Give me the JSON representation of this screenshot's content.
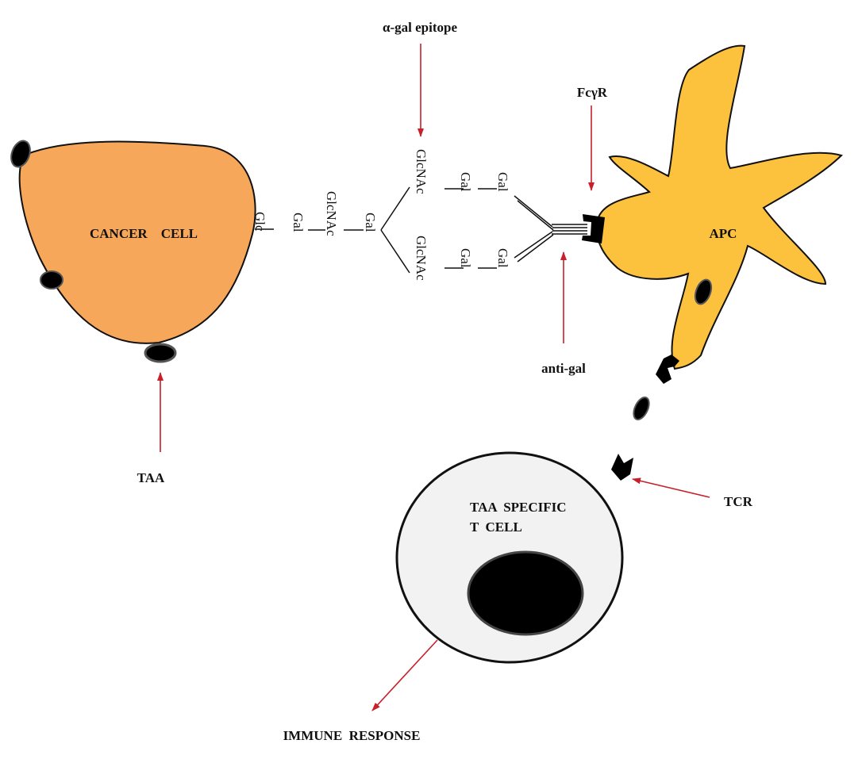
{
  "labels": {
    "cancer_cell": "CANCER    CELL",
    "apc": "APC",
    "t_cell_line1": "TAA  SPECIFIC",
    "t_cell_line2": "T  CELL",
    "taa": "TAA",
    "alpha_gal_epitope": "α-gal epitope",
    "fcgr": "FcγR",
    "anti_gal": "anti-gal",
    "tcr": "TCR",
    "immune_response": "IMMUNE  RESPONSE"
  },
  "sugars": {
    "glc": "Glc",
    "gal": "Gal",
    "glcnac": "GlcNAc"
  },
  "colors": {
    "cancer_cell_fill": "#f7a75a",
    "apc_fill": "#fcc23e",
    "t_cell_fill": "#f2f2f2",
    "nucleus_fill": "#000000",
    "pointer": "#c8202a",
    "immune_response_text": "#e3262c"
  }
}
